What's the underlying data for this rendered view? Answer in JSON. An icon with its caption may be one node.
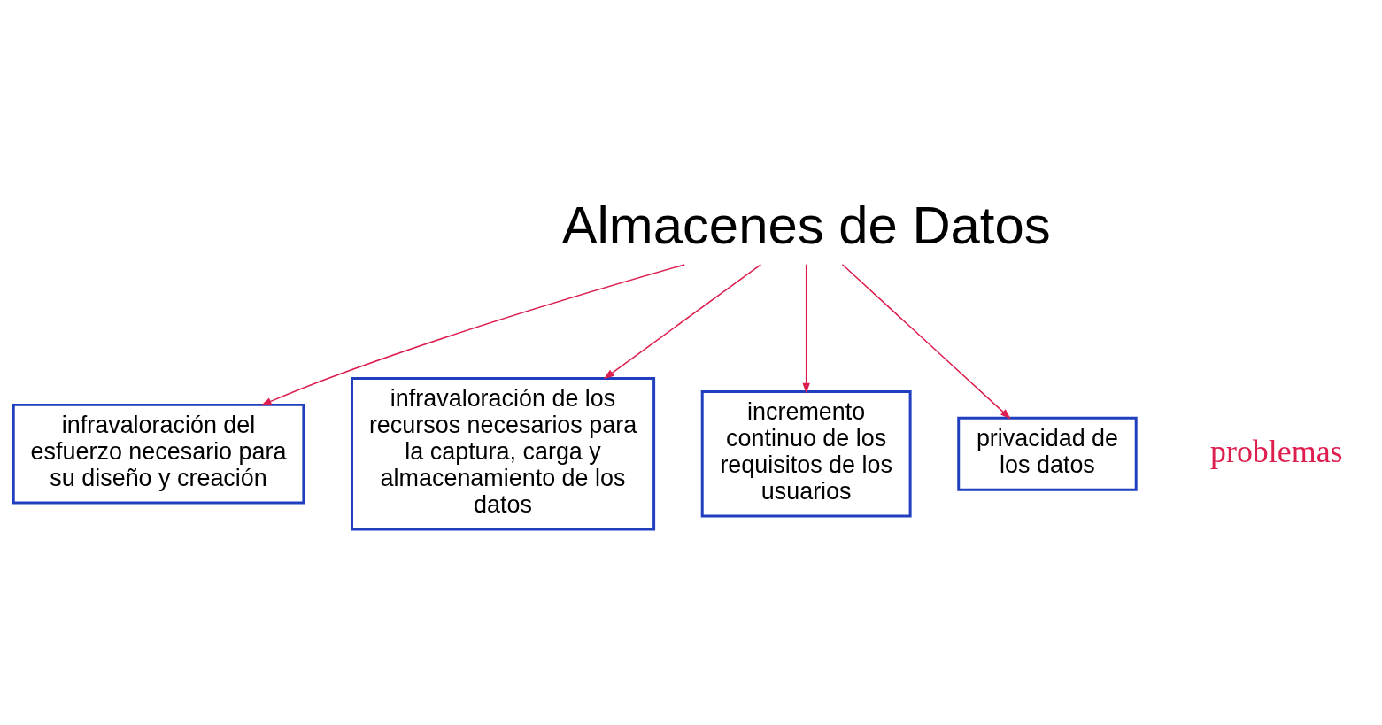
{
  "diagram": {
    "nodes": [
      {
        "text": [
          "Almacenes de Datos"
        ]
      },
      {
        "text": [
          "infravaloración del esfuerzo necesario para su diseño y creación"
        ]
      },
      {
        "text": [
          "infravaloración de los recursos necesarios para la captura, carga y almacenamiento de los datos"
        ]
      },
      {
        "text": [
          "incremento continuo de los requisitos de los usuarios"
        ]
      },
      {
        "text": [
          "privacidad de los datos"
        ]
      }
    ],
    "edges": [
      {
        "from": 0,
        "to": 1,
        "arrow": "to"
      },
      {
        "from": 0,
        "to": 2,
        "arrow": "to"
      },
      {
        "from": 0,
        "to": 3,
        "arrow": "to"
      },
      {
        "from": 0,
        "to": 4,
        "arrow": "to"
      }
    ],
    "labels": [
      "problemas"
    ]
  }
}
